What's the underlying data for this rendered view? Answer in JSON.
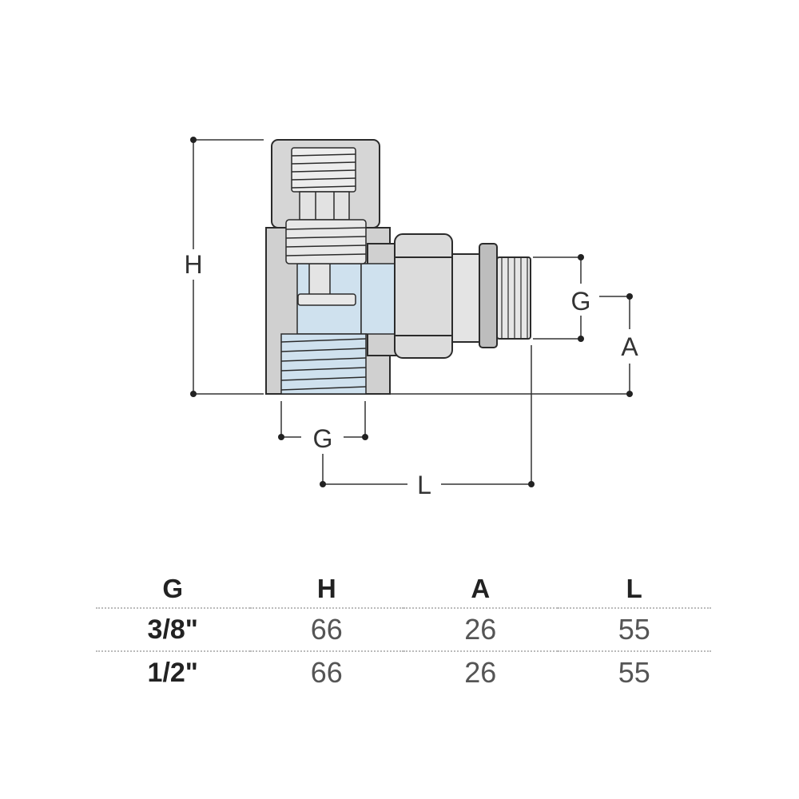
{
  "dimension_labels": {
    "height": "H",
    "outlet_thread": "G",
    "offset": "A",
    "inlet_thread": "G",
    "length": "L"
  },
  "table": {
    "headers": [
      "G",
      "H",
      "A",
      "L"
    ],
    "rows": [
      [
        "3/8\"",
        "66",
        "26",
        "55"
      ],
      [
        "1/2\"",
        "66",
        "26",
        "55"
      ]
    ]
  },
  "colors": {
    "body_fill": "#cfcfcf",
    "water_fill": "#cfe1ee",
    "line": "#2b2b2b"
  }
}
